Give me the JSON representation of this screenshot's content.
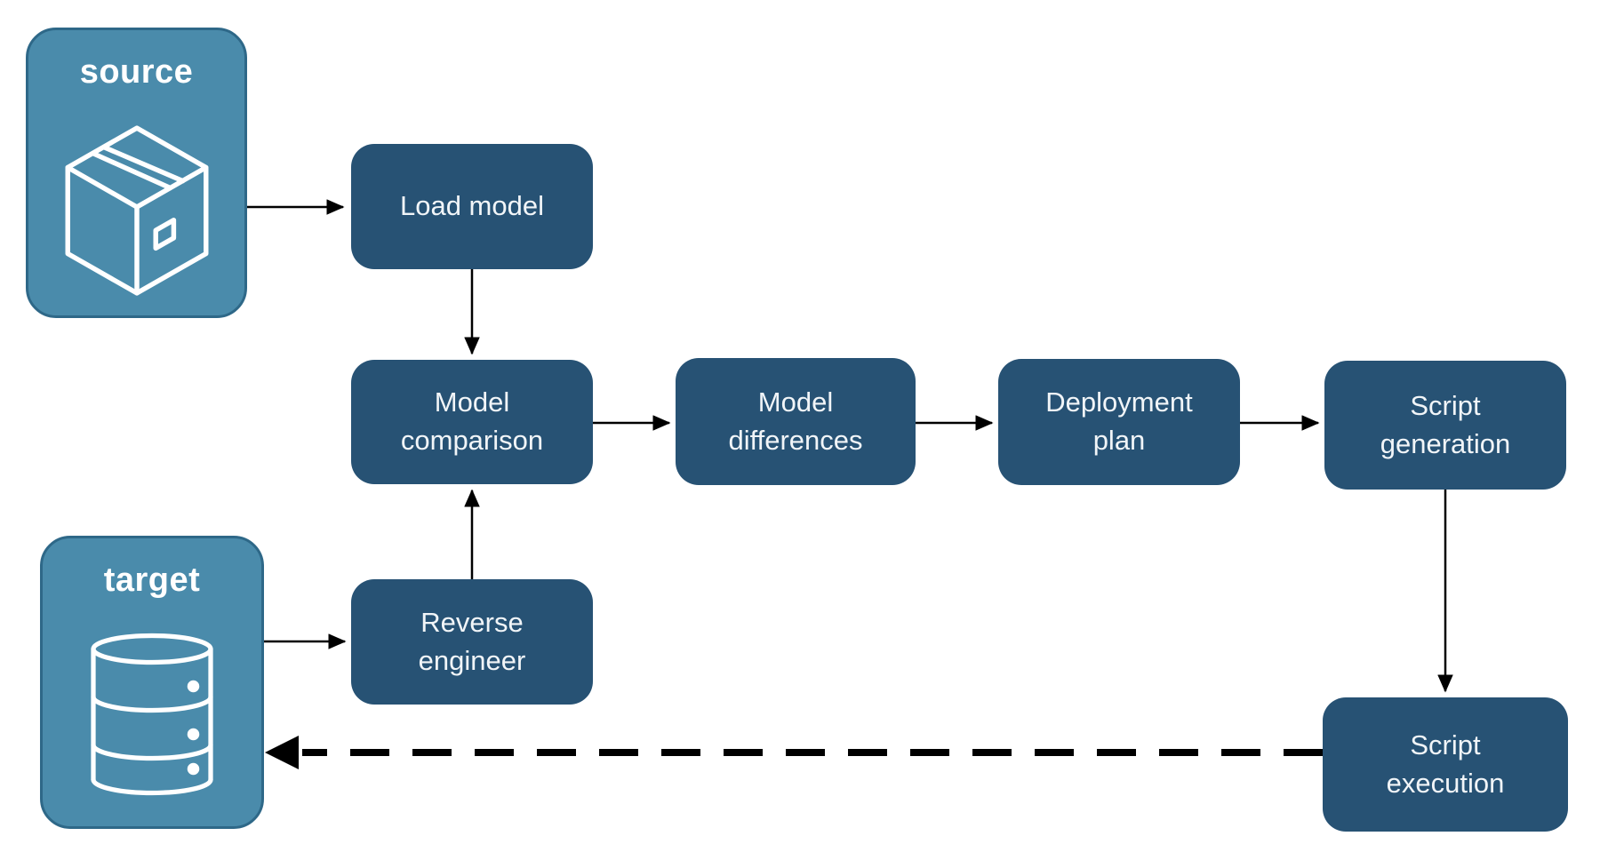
{
  "diagram": {
    "entities": {
      "source": {
        "label": "source",
        "icon": "package-icon"
      },
      "target": {
        "label": "target",
        "icon": "database-icon"
      }
    },
    "nodes": {
      "load_model": {
        "label": "Load model"
      },
      "model_comparison": {
        "label": "Model\ncomparison"
      },
      "model_differences": {
        "label": "Model\ndifferences"
      },
      "deployment_plan": {
        "label": "Deployment\nplan"
      },
      "script_generation": {
        "label": "Script\ngeneration"
      },
      "reverse_engineer": {
        "label": "Reverse\nengineer"
      },
      "script_execution": {
        "label": "Script\nexecution"
      }
    },
    "edges": [
      {
        "from": "source",
        "to": "load_model",
        "style": "solid"
      },
      {
        "from": "load_model",
        "to": "model_comparison",
        "style": "solid"
      },
      {
        "from": "model_comparison",
        "to": "model_differences",
        "style": "solid"
      },
      {
        "from": "model_differences",
        "to": "deployment_plan",
        "style": "solid"
      },
      {
        "from": "deployment_plan",
        "to": "script_generation",
        "style": "solid"
      },
      {
        "from": "script_generation",
        "to": "script_execution",
        "style": "solid"
      },
      {
        "from": "target",
        "to": "reverse_engineer",
        "style": "solid"
      },
      {
        "from": "reverse_engineer",
        "to": "model_comparison",
        "style": "solid"
      },
      {
        "from": "script_execution",
        "to": "target",
        "style": "dashed"
      }
    ],
    "colors": {
      "entity_fill": "#4A8BAB",
      "entity_border": "#2E6888",
      "entity_text": "#FFFFFF",
      "node_fill": "#275274",
      "node_text": "#F1F5F8",
      "arrow": "#000000",
      "background": "#FFFFFF"
    }
  }
}
